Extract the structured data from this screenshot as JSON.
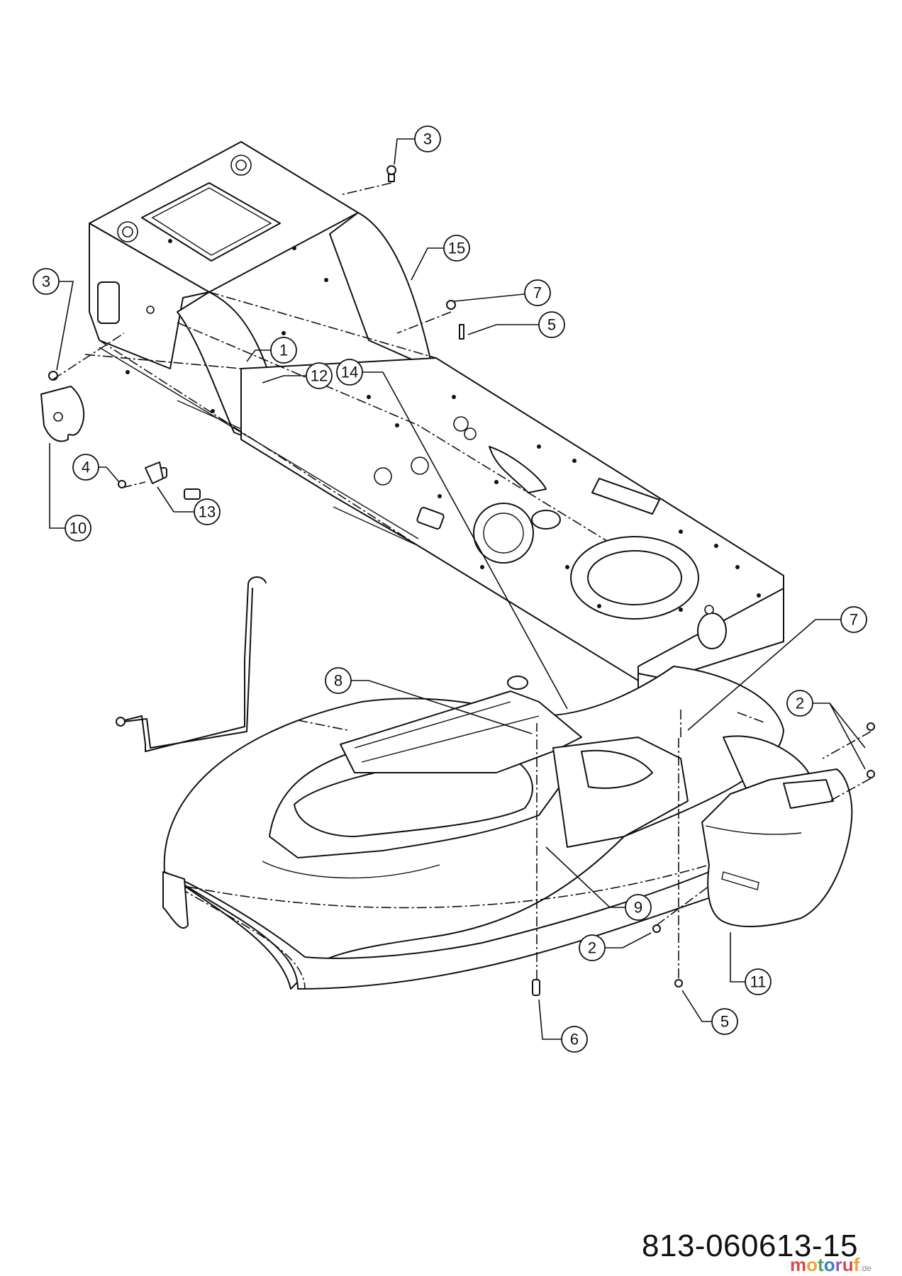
{
  "diagram": {
    "drawing_number": "813-060613-15",
    "watermark": {
      "brand_letters": [
        "m",
        "o",
        "t",
        "o",
        "r",
        "u",
        "f"
      ],
      "tld": ".de"
    },
    "callouts": [
      {
        "id": "c-3-top",
        "label": "3"
      },
      {
        "id": "c-15",
        "label": "15"
      },
      {
        "id": "c-7-top",
        "label": "7"
      },
      {
        "id": "c-5-top",
        "label": "5"
      },
      {
        "id": "c-3-left",
        "label": "3"
      },
      {
        "id": "c-12",
        "label": "12"
      },
      {
        "id": "c-4",
        "label": "4"
      },
      {
        "id": "c-13",
        "label": "13"
      },
      {
        "id": "c-10",
        "label": "10"
      },
      {
        "id": "c-1",
        "label": "1"
      },
      {
        "id": "c-14",
        "label": "14"
      },
      {
        "id": "c-8",
        "label": "8"
      },
      {
        "id": "c-7-right",
        "label": "7"
      },
      {
        "id": "c-2-right",
        "label": "2"
      },
      {
        "id": "c-9",
        "label": "9"
      },
      {
        "id": "c-2-bottom",
        "label": "2"
      },
      {
        "id": "c-11",
        "label": "11"
      },
      {
        "id": "c-5-bottom",
        "label": "5"
      },
      {
        "id": "c-6",
        "label": "6"
      }
    ]
  }
}
